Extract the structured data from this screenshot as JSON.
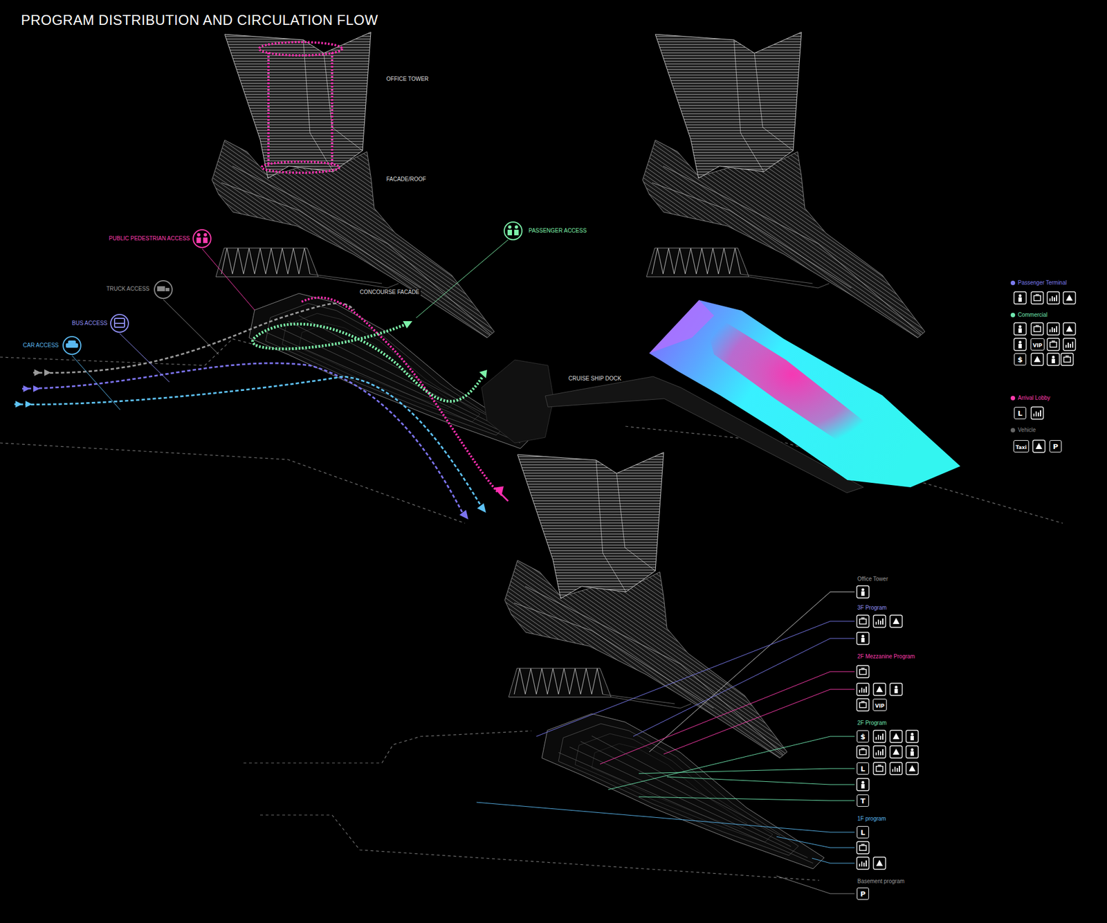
{
  "diagram": {
    "title": "PROGRAM DISTRIBUTION AND CIRCULATION FLOW",
    "nodes": [
      {
        "text": [
          "VIP"
        ]
      },
      {
        "text": [
          "$"
        ]
      },
      {
        "text": [
          "L"
        ]
      },
      {
        "text": [
          "Taxi"
        ]
      },
      {
        "text": [
          "P"
        ]
      },
      {
        "text": [
          "VIP"
        ]
      },
      {
        "text": [
          "$"
        ]
      },
      {
        "text": [
          "L"
        ]
      },
      {
        "text": [
          "T"
        ]
      },
      {
        "text": [
          "L"
        ]
      },
      {
        "text": [
          "P"
        ]
      }
    ],
    "labels": [
      "OFFICE TOWER",
      "FACADE/ROOF",
      "PUBLIC PEDESTRIAN ACCESS",
      "PASSENGER ACCESS",
      "TRUCK ACCESS",
      "BUS ACCESS",
      "CAR ACCESS",
      "CONCOURSE FACADE",
      "CRUISE SHIP DOCK",
      "Office Tower",
      "3F Program",
      "2F Mezzanine Program",
      "2F Program",
      "1F program",
      "Basement program"
    ],
    "legend": [
      {
        "text": "Passenger Terminal",
        "color": "#7b7cf0"
      },
      {
        "text": "Commercial",
        "color": "#6fe8b0"
      },
      {
        "text": "Arrival Lobby",
        "color": "#ff3cae"
      },
      {
        "text": "Vehicle",
        "color": "#666666"
      }
    ]
  }
}
